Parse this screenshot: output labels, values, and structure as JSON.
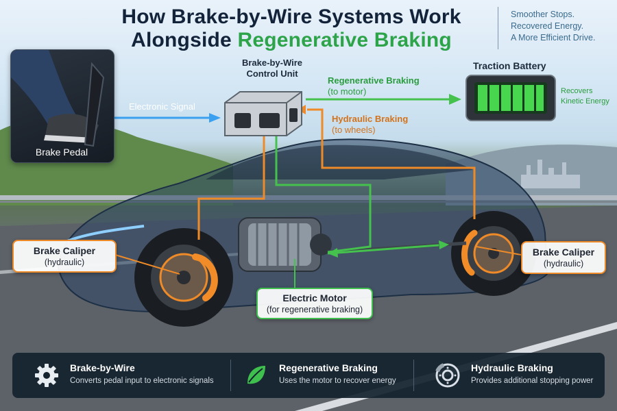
{
  "header": {
    "title_line1": "How Brake-by-Wire Systems Work",
    "title_line2_prefix": "Alongside",
    "title_line2_accent": "Regenerative Braking",
    "tagline": [
      "Smoother Stops.",
      "Recovered Energy.",
      "A More Efficient Drive."
    ]
  },
  "diagram": {
    "brake_pedal": "Brake Pedal",
    "electronic_signal": "Electronic Signal",
    "control_unit": [
      "Brake-by-Wire",
      "Control Unit"
    ],
    "regen_label": [
      "Regenerative Braking",
      "(to motor)"
    ],
    "hydraulic_label": [
      "Hydraulic Braking",
      "(to wheels)"
    ],
    "battery_title": "Traction Battery",
    "battery_note": [
      "Recovers",
      "Kinetic Energy"
    ],
    "caliper_left": {
      "title": "Brake Caliper",
      "subtitle": "(hydraulic)"
    },
    "caliper_right": {
      "title": "Brake Caliper",
      "subtitle": "(hydraulic)"
    },
    "motor": {
      "title": "Electric Motor",
      "subtitle": "(for regenerative braking)"
    }
  },
  "features": [
    {
      "icon": "gear-icon",
      "title": "Brake-by-Wire",
      "description": "Converts pedal input to electronic signals"
    },
    {
      "icon": "leaf-icon",
      "title": "Regenerative Braking",
      "description": "Uses the motor to recover energy"
    },
    {
      "icon": "brake-disc-icon",
      "title": "Hydraulic Braking",
      "description": "Provides additional stopping power"
    }
  ],
  "colors": {
    "title": "#13233a",
    "regen_green": "#2ea44a",
    "hydraulic_orange": "#ee8a27",
    "signal_blue": "#3aa0f0",
    "panel_bg": "#14222e"
  }
}
